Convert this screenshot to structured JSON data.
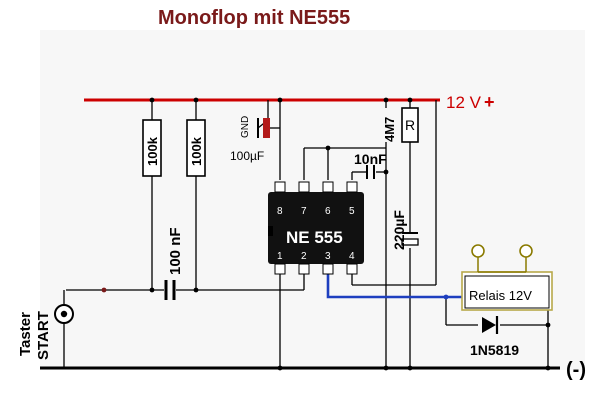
{
  "title": "Monoflop mit NE555",
  "supply": {
    "label": "12 V",
    "plus": "+"
  },
  "ground": {
    "label": "(-)"
  },
  "ic": {
    "name": "NE 555",
    "pins_top": [
      "8",
      "7",
      "6",
      "5"
    ],
    "pins_bottom": [
      "1",
      "2",
      "3",
      "4"
    ]
  },
  "components": {
    "r1": "100k",
    "r2": "100k",
    "r3": "4M7",
    "r3_symbol": "R",
    "c_input": "100 nF",
    "c_ctrl": "10nF",
    "c_timing": "220µF",
    "c_supply_gnd": "GND",
    "c_supply": "100µF",
    "relay": "Relais 12V",
    "diode": "1N5819",
    "button_line1": "Taster",
    "button_line2": "START"
  },
  "colors": {
    "title": "#7a1a1a",
    "supply_rail": "#cc0000",
    "signal_wire": "#1e3fbf",
    "wire": "#000000",
    "ic_body": "#111111",
    "relay_contact": "#8a7a00",
    "relay_frame": "#b8a84a",
    "capacitor_red": "#b31a1a"
  }
}
